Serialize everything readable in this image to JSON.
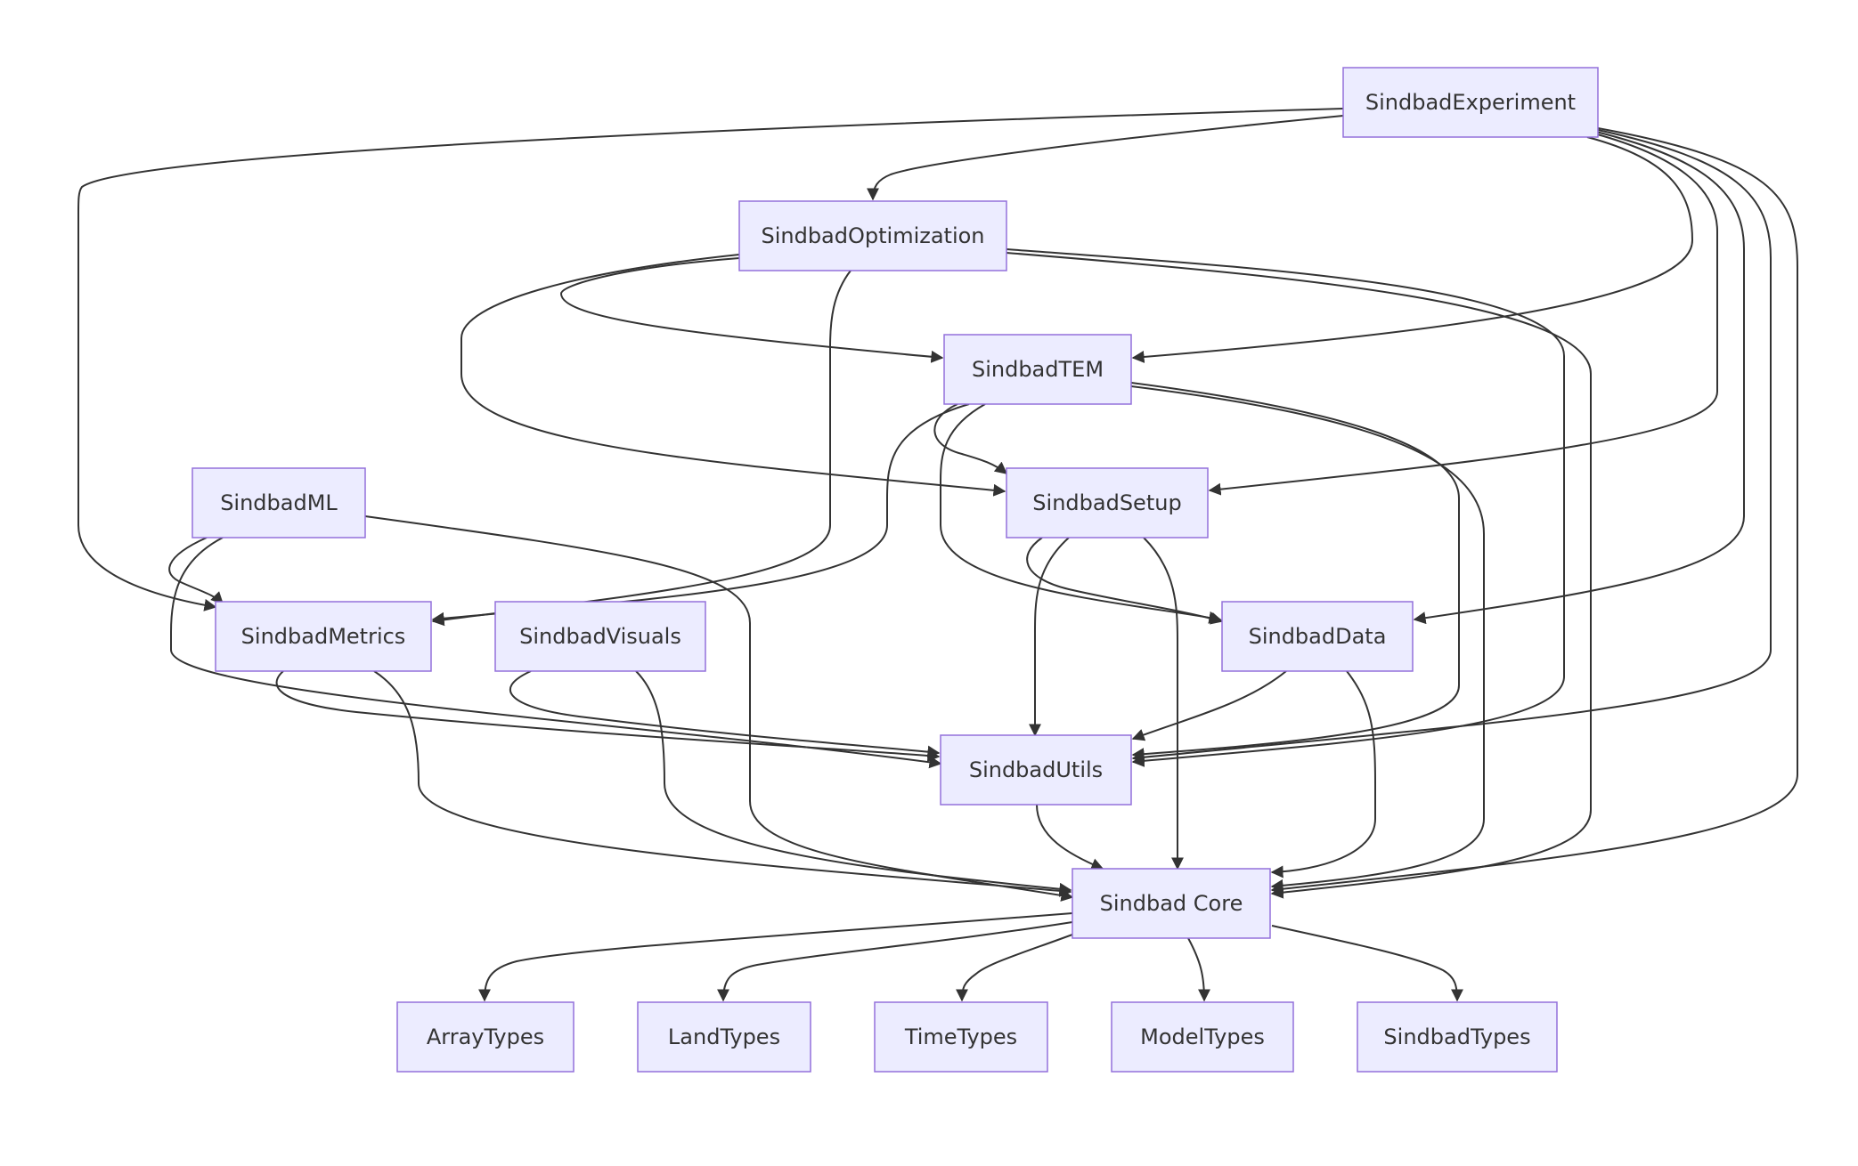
{
  "diagram": {
    "nodes": [
      {
        "id": "experiment",
        "label": "SindbadExperiment"
      },
      {
        "id": "optimization",
        "label": "SindbadOptimization"
      },
      {
        "id": "tem",
        "label": "SindbadTEM"
      },
      {
        "id": "ml",
        "label": "SindbadML"
      },
      {
        "id": "setup",
        "label": "SindbadSetup"
      },
      {
        "id": "metrics",
        "label": "SindbadMetrics"
      },
      {
        "id": "visuals",
        "label": "SindbadVisuals"
      },
      {
        "id": "data",
        "label": "SindbadData"
      },
      {
        "id": "utils",
        "label": "SindbadUtils"
      },
      {
        "id": "core",
        "label": "Sindbad Core"
      },
      {
        "id": "arraytypes",
        "label": "ArrayTypes"
      },
      {
        "id": "landtypes",
        "label": "LandTypes"
      },
      {
        "id": "timetypes",
        "label": "TimeTypes"
      },
      {
        "id": "modeltypes",
        "label": "ModelTypes"
      },
      {
        "id": "sindbadtypes",
        "label": "SindbadTypes"
      }
    ],
    "edges": [
      {
        "from": "experiment",
        "to": "metrics"
      },
      {
        "from": "experiment",
        "to": "optimization"
      },
      {
        "from": "experiment",
        "to": "tem"
      },
      {
        "from": "experiment",
        "to": "setup"
      },
      {
        "from": "experiment",
        "to": "data"
      },
      {
        "from": "experiment",
        "to": "utils"
      },
      {
        "from": "experiment",
        "to": "core"
      },
      {
        "from": "optimization",
        "to": "tem"
      },
      {
        "from": "optimization",
        "to": "setup"
      },
      {
        "from": "optimization",
        "to": "metrics"
      },
      {
        "from": "optimization",
        "to": "utils"
      },
      {
        "from": "optimization",
        "to": "core"
      },
      {
        "from": "tem",
        "to": "setup"
      },
      {
        "from": "tem",
        "to": "data"
      },
      {
        "from": "tem",
        "to": "metrics"
      },
      {
        "from": "tem",
        "to": "utils"
      },
      {
        "from": "tem",
        "to": "core"
      },
      {
        "from": "ml",
        "to": "metrics"
      },
      {
        "from": "ml",
        "to": "utils"
      },
      {
        "from": "ml",
        "to": "core"
      },
      {
        "from": "setup",
        "to": "data"
      },
      {
        "from": "setup",
        "to": "utils"
      },
      {
        "from": "setup",
        "to": "core"
      },
      {
        "from": "metrics",
        "to": "utils"
      },
      {
        "from": "metrics",
        "to": "core"
      },
      {
        "from": "visuals",
        "to": "utils"
      },
      {
        "from": "visuals",
        "to": "core"
      },
      {
        "from": "data",
        "to": "utils"
      },
      {
        "from": "data",
        "to": "core"
      },
      {
        "from": "utils",
        "to": "core"
      },
      {
        "from": "core",
        "to": "arraytypes"
      },
      {
        "from": "core",
        "to": "landtypes"
      },
      {
        "from": "core",
        "to": "timetypes"
      },
      {
        "from": "core",
        "to": "modeltypes"
      },
      {
        "from": "core",
        "to": "sindbadtypes"
      }
    ],
    "colors": {
      "node_fill": "#ECECFF",
      "node_stroke": "#9370DB",
      "edge": "#333333",
      "text": "#333333"
    }
  }
}
